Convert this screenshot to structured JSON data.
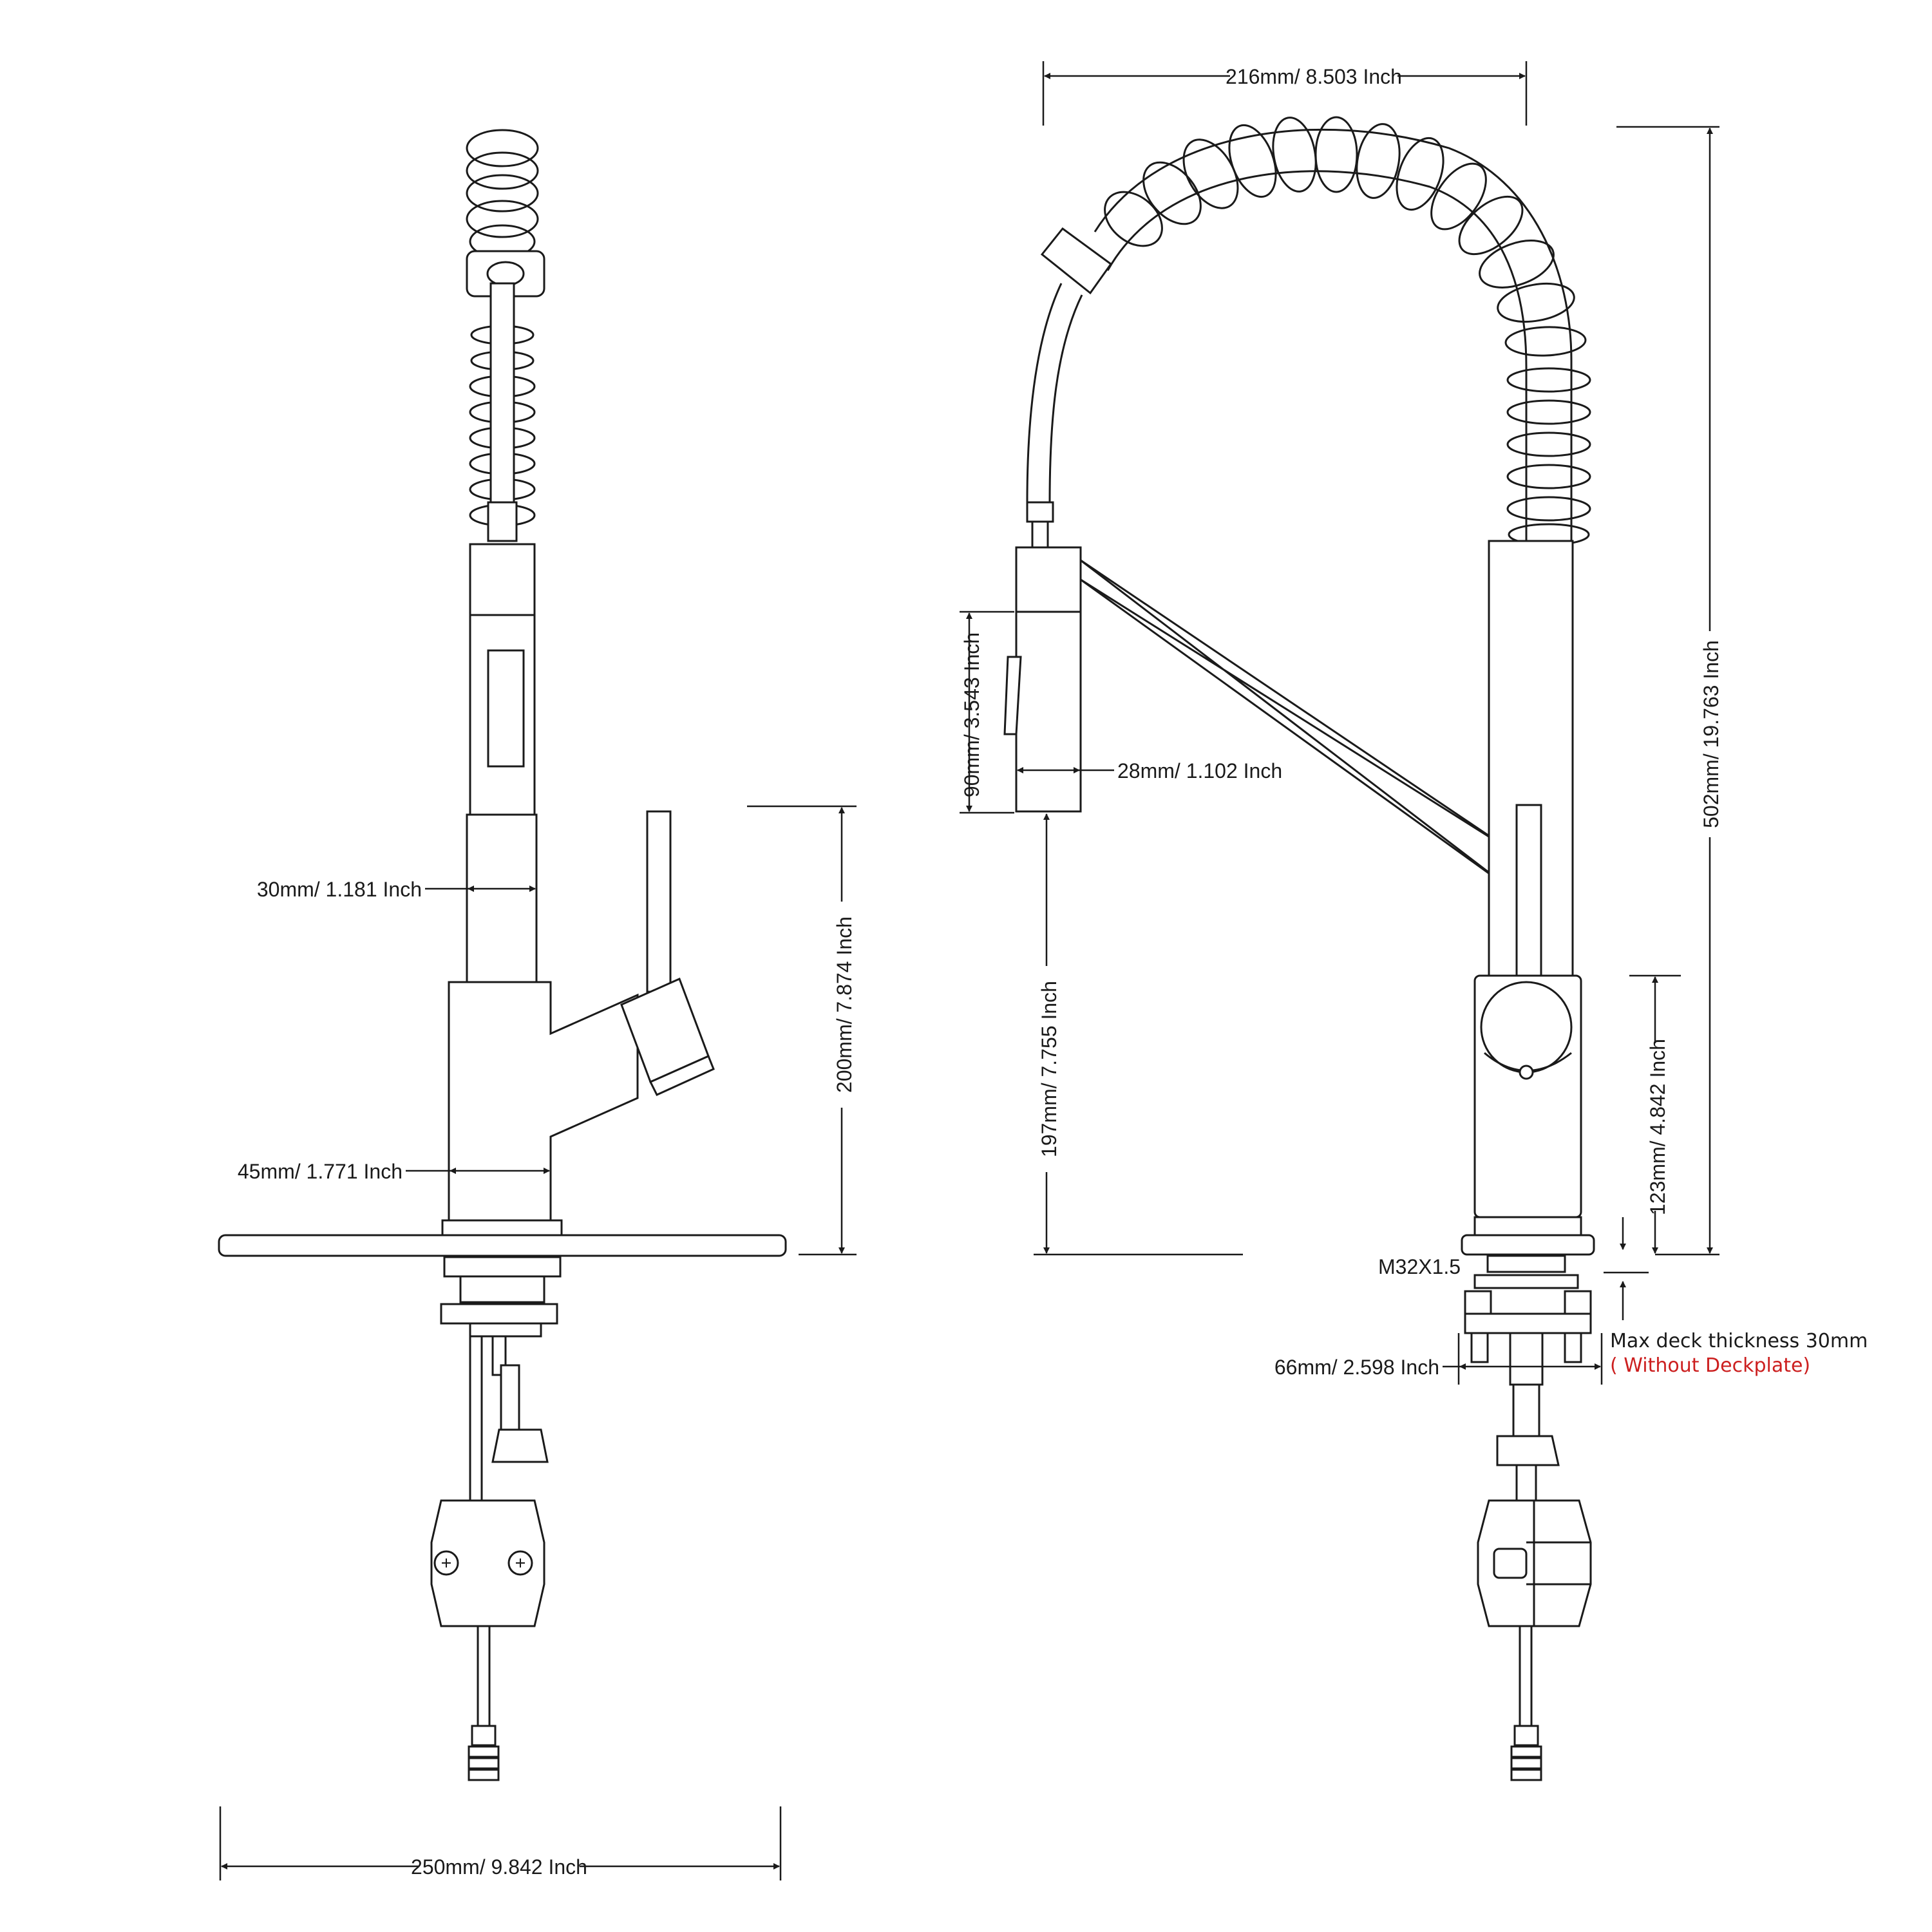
{
  "dimensions": {
    "front_coil_width": "216mm/ 8.503 Inch",
    "spray_head_length": "90mm/ 3.543 Inch",
    "spray_head_diameter": "28mm/ 1.102 Inch",
    "total_height": "502mm/ 19.763 Inch",
    "spout_diameter": "30mm/ 1.181 Inch",
    "body_diameter": "45mm/ 1.771 Inch",
    "handle_height": "200mm/ 7.874 Inch",
    "spout_clearance": "197mm/ 7.755 Inch",
    "base_height": "123mm/ 4.842 Inch",
    "thread": "M32X1.5",
    "mount_width": "66mm/ 2.598 Inch",
    "deckplate_width": "250mm/ 9.842 Inch"
  },
  "notes": {
    "deck_line1": "Max deck thickness 30mm",
    "deck_line2": "( Without Deckplate)"
  },
  "colors": {
    "line": "#1a1a1a",
    "note_red": "#cc1f1f"
  }
}
